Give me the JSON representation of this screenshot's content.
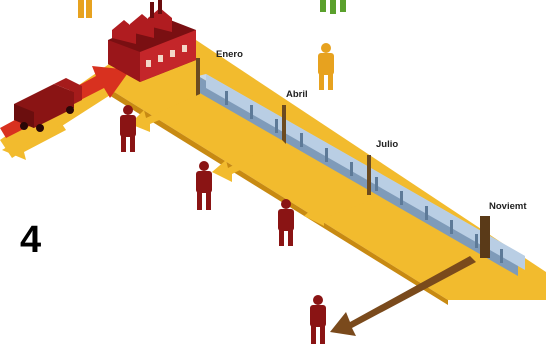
{
  "step": {
    "number": "4"
  },
  "months": [
    {
      "key": "jan",
      "label": "Enero"
    },
    {
      "key": "apr",
      "label": "Abril"
    },
    {
      "key": "jul",
      "label": "Julio"
    },
    {
      "key": "nov",
      "label": "Noviemt"
    }
  ],
  "colors": {
    "track": "#f2bb2e",
    "track_dark": "#c88a12",
    "belt_top": "#b9cee4",
    "belt_side": "#7f9bb9",
    "factory_red": "#b01c20",
    "figure_dark_red": "#8a1414",
    "figure_orange": "#e7a21f",
    "figure_green": "#5aa02c",
    "brown_arrow": "#7a4a1c",
    "inbound_arrow": "#d8311f"
  }
}
